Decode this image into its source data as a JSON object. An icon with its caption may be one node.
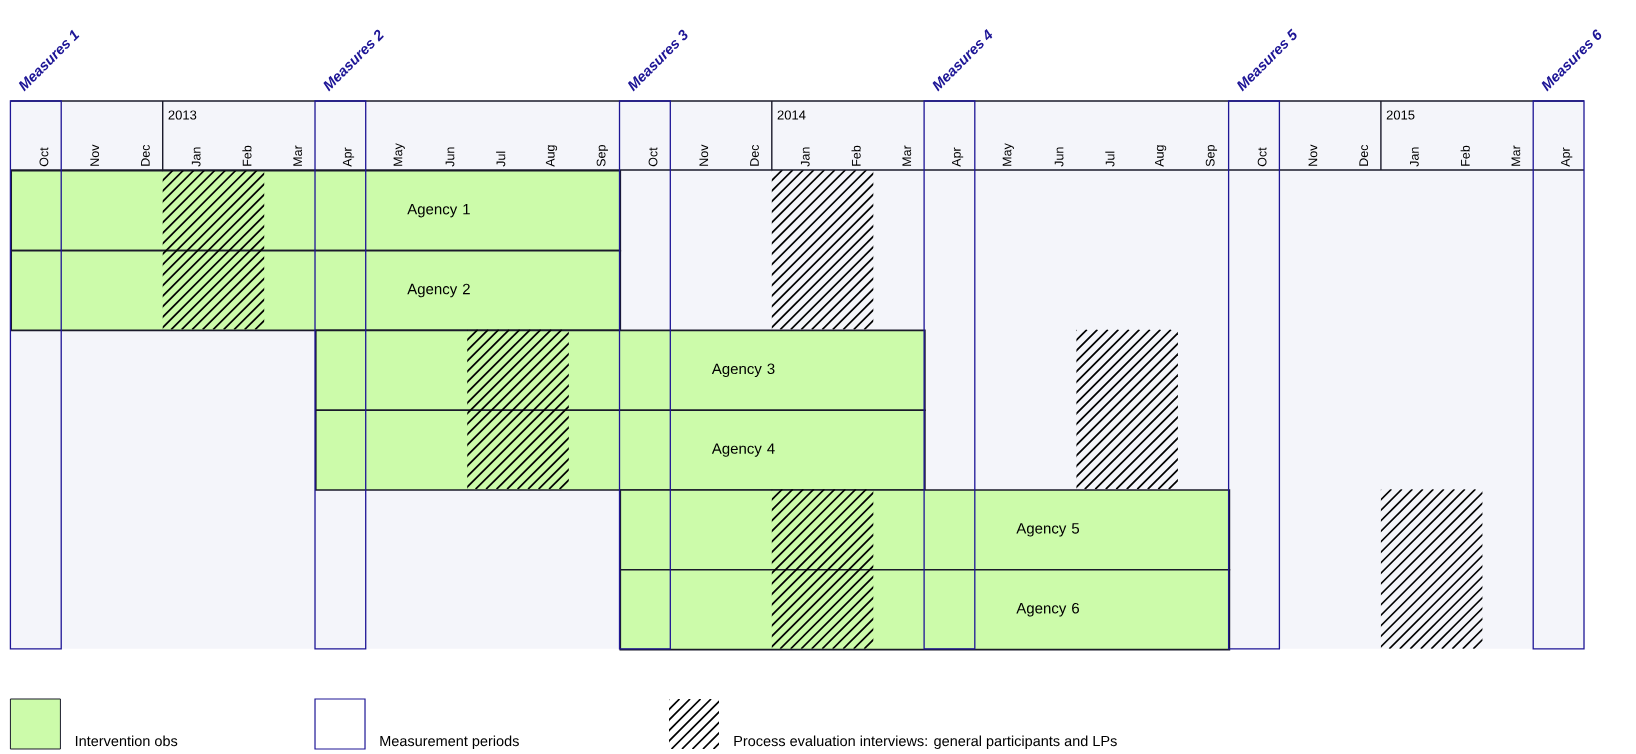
{
  "diagram": {
    "nodes": [
      {
        "text": [
          "Agency 1"
        ]
      },
      {
        "text": [
          "Agency 2"
        ]
      },
      {
        "text": [
          "Agency 3"
        ]
      },
      {
        "text": [
          "Agency 4"
        ]
      },
      {
        "text": [
          "Agency 5"
        ]
      },
      {
        "text": [
          "Agency 6"
        ]
      }
    ],
    "labels": [
      "Measures 1",
      "Measures 2",
      "Measures 3",
      "Measures 4",
      "Measures 5",
      "Measures 6",
      "2013",
      "2014",
      "2015",
      "Oct",
      "Nov",
      "Dec",
      "Jan",
      "Feb",
      "Mar",
      "Apr",
      "May",
      "Jun",
      "Jul",
      "Aug",
      "Sep",
      "Oct",
      "Nov",
      "Dec",
      "Jan",
      "Feb",
      "Mar",
      "Apr",
      "May",
      "Jun",
      "Jul",
      "Aug",
      "Sep",
      "Oct",
      "Nov",
      "Dec",
      "Jan",
      "Feb",
      "Mar",
      "Apr"
    ],
    "legend": [
      {
        "text": "Intervention obs",
        "color": "#ccfbaa"
      },
      {
        "text": "Measurement periods"
      },
      {
        "text": "Process evaluation interviews: general participants and LPs"
      }
    ]
  }
}
